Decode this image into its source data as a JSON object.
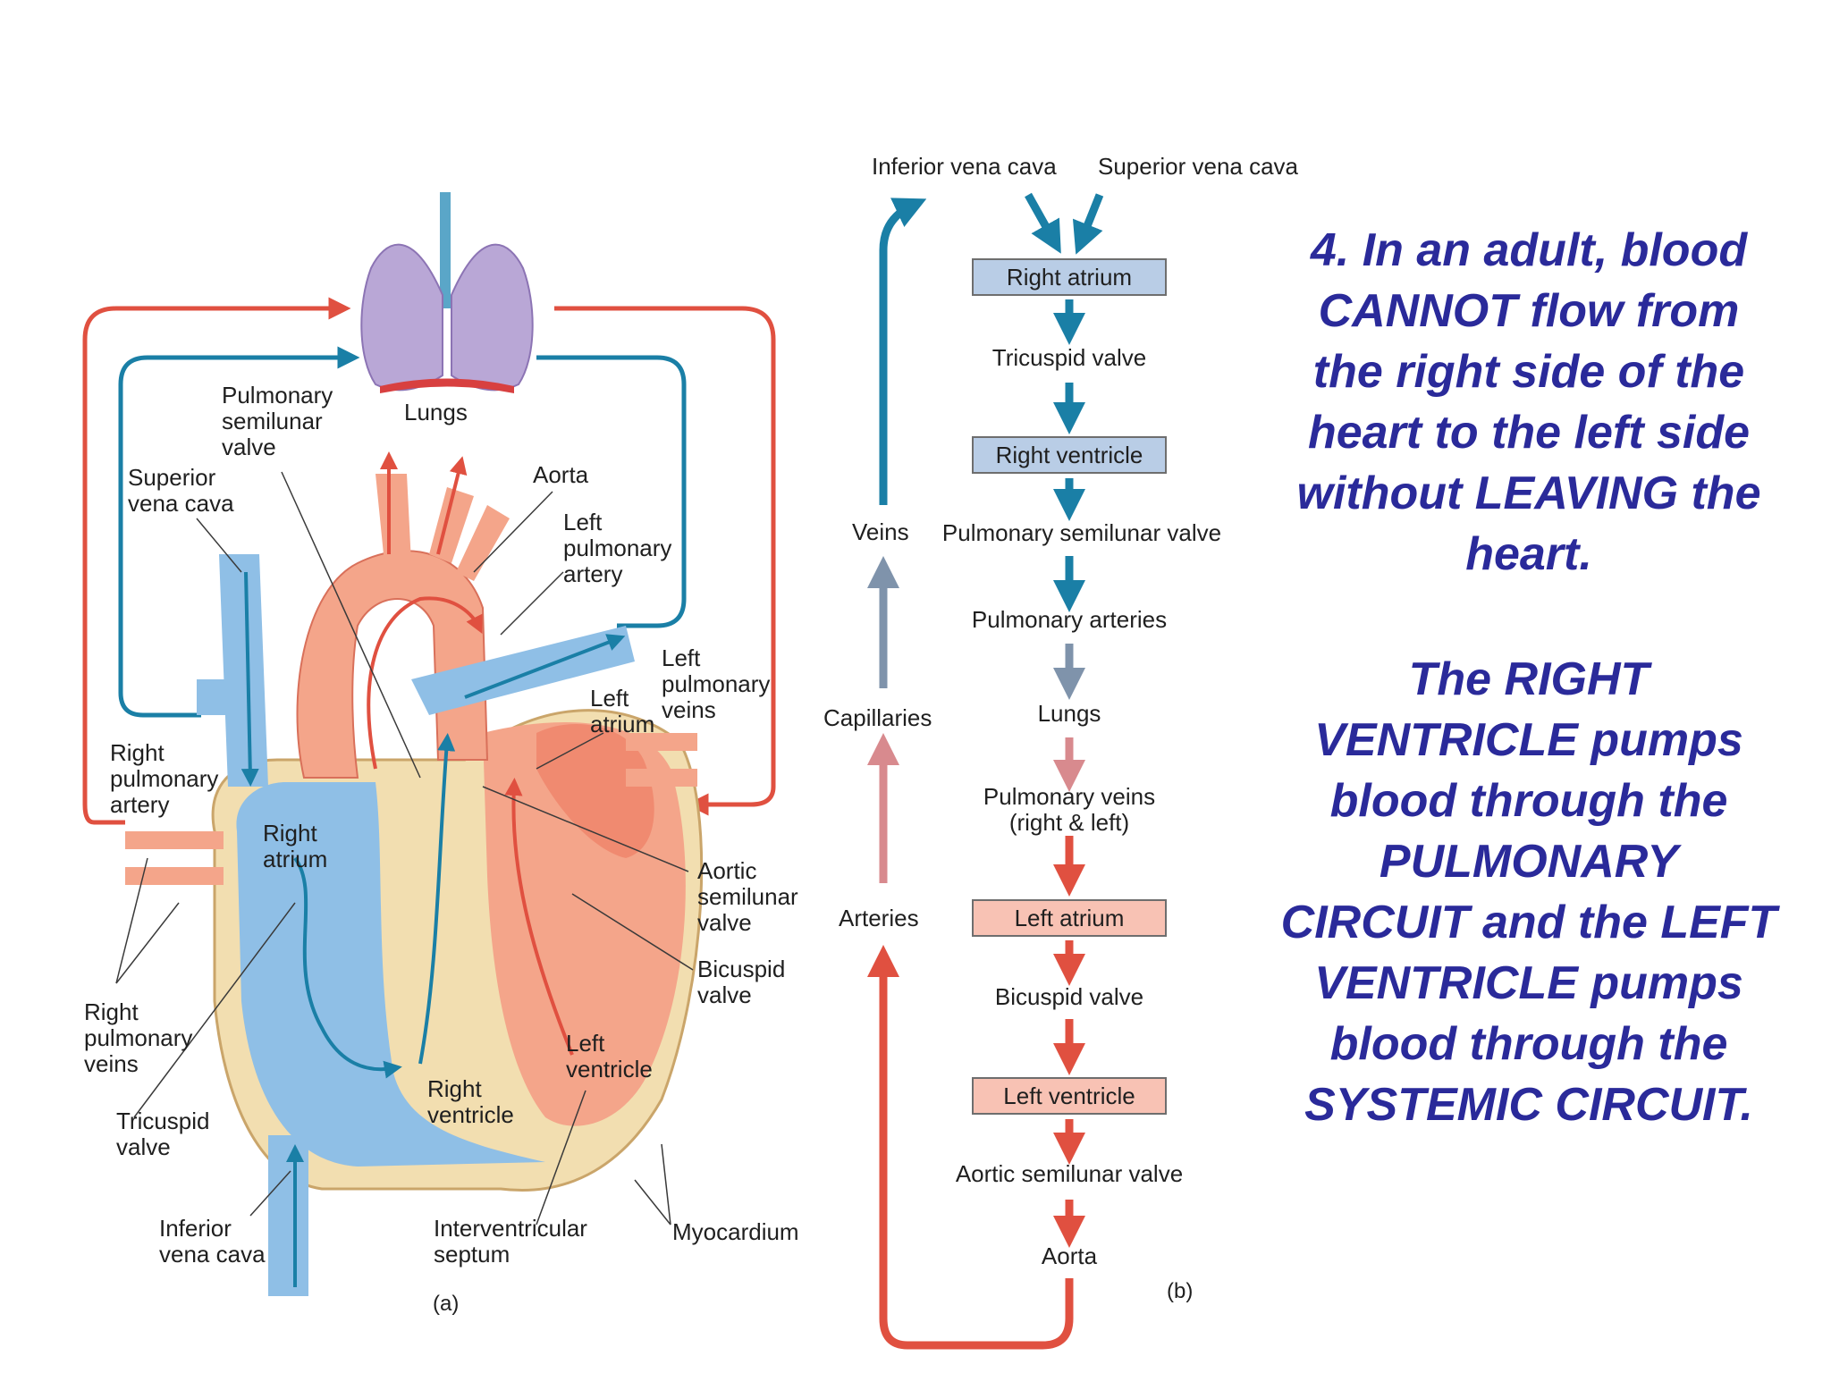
{
  "diagram_a": {
    "labels": {
      "lungs": "Lungs",
      "pulmonary_semilunar_valve": "Pulmonary\nsemilunar\nvalve",
      "superior_vena_cava": "Superior\nvena cava",
      "aorta": "Aorta",
      "left_pulmonary_artery": "Left\npulmonary\nartery",
      "left_pulmonary_veins": "Left\npulmonary\nveins",
      "left_atrium": "Left\natrium",
      "right_pulmonary_artery": "Right\npulmonary\nartery",
      "right_atrium": "Right\natrium",
      "aortic_semilunar_valve": "Aortic\nsemilunar\nvalve",
      "bicuspid_valve": "Bicuspid\nvalve",
      "right_pulmonary_veins": "Right\npulmonary\nveins",
      "left_ventricle": "Left\nventricle",
      "right_ventricle": "Right\nventricle",
      "tricuspid_valve": "Tricuspid\nvalve",
      "inferior_vena_cava": "Inferior\nvena cava",
      "interventricular_septum": "Interventricular\nseptum",
      "myocardium": "Myocardium",
      "panel": "(a)"
    }
  },
  "diagram_b": {
    "top_labels": {
      "inferior": "Inferior vena cava",
      "superior": "Superior vena cava"
    },
    "right_atrium": "Right atrium",
    "tricuspid_valve": "Tricuspid valve",
    "right_ventricle": "Right ventricle",
    "pulmonary_semilunar_valve": "Pulmonary semilunar valve",
    "pulmonary_arteries": "Pulmonary arteries",
    "lungs": "Lungs",
    "pulmonary_veins": "Pulmonary veins\n(right & left)",
    "left_atrium": "Left atrium",
    "bicuspid_valve": "Bicuspid valve",
    "left_ventricle": "Left ventricle",
    "aortic_semilunar_valve": "Aortic semilunar valve",
    "aorta": "Aorta",
    "side": {
      "veins": "Veins",
      "capillaries": "Capillaries",
      "arteries": "Arteries"
    },
    "panel": "(b)"
  },
  "caption": {
    "point": "4.  In an adult, blood\nCANNOT flow from\nthe right side of the\nheart to the left side\nwithout LEAVING the\nheart.",
    "explanation": "The RIGHT\nVENTRICLE pumps\nblood through the\nPULMONARY\nCIRCUIT and the LEFT\nVENTRICLE pumps\nblood through the\nSYSTEMIC CIRCUIT."
  },
  "colors": {
    "oxygen_poor": "#1a7fa6",
    "oxygen_rich": "#e05040",
    "caption_text": "#2a2a9a",
    "box_blue": "#b9cde6",
    "box_pink": "#f8c2b4"
  }
}
